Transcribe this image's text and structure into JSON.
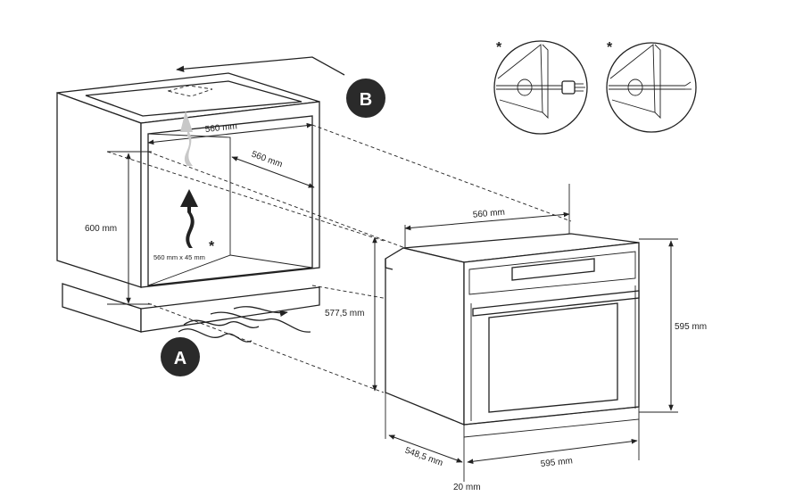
{
  "dimensions": {
    "cabinet_width_top": "560 mm",
    "cabinet_depth": "560 mm",
    "cabinet_height": "600 mm",
    "vent_opening": "560 mm x 45 mm",
    "oven_top_width": "560 mm",
    "oven_body_height": "577,5 mm",
    "oven_front_height": "595 mm",
    "oven_depth": "548,5 mm",
    "oven_front_width": "595 mm",
    "front_offset": "20 mm"
  },
  "labels": {
    "airflow_inlet": "A",
    "airflow_outlet": "B",
    "note_marker": "*"
  }
}
